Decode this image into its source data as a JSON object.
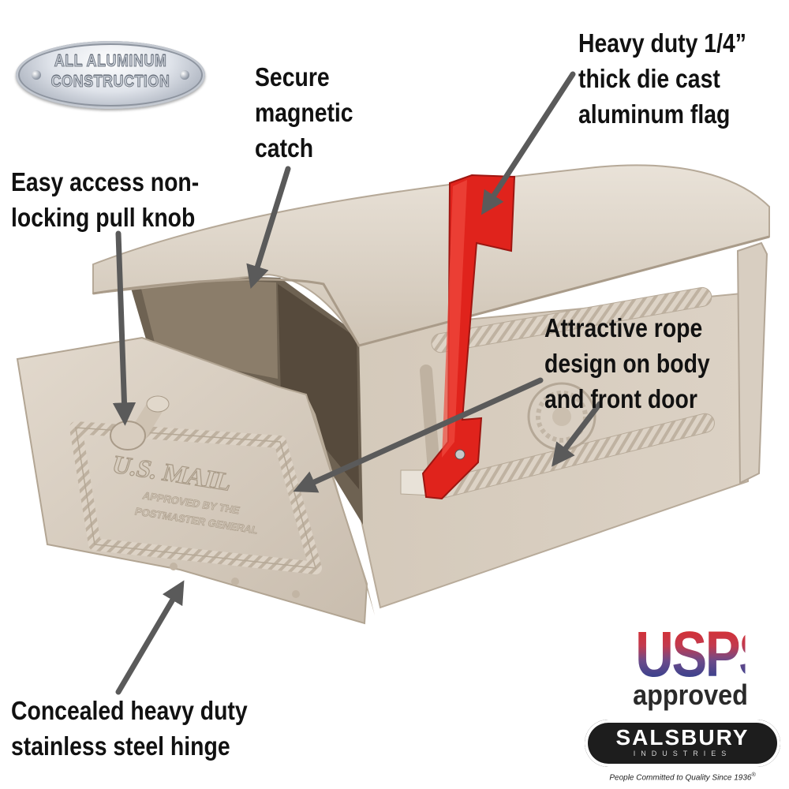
{
  "callouts": {
    "flag": [
      "Heavy duty 1/4”",
      "thick die cast",
      "aluminum flag"
    ],
    "catch": [
      "Secure",
      "magnetic",
      "catch"
    ],
    "knob": [
      "Easy access non-",
      "locking pull knob"
    ],
    "rope": [
      "Attractive rope",
      "design on body",
      "and front door"
    ],
    "hinge": [
      "Concealed heavy duty",
      "stainless steel hinge"
    ]
  },
  "badge": {
    "line1": "ALL ALUMINUM",
    "line2": "CONSTRUCTION"
  },
  "door_emboss": {
    "title": "U.S. MAIL",
    "line1": "APPROVED BY THE",
    "line2": "POSTMASTER GENERAL"
  },
  "usps": {
    "mark": "USPS",
    "caption": "approved"
  },
  "brand": {
    "name": "SALSBURY",
    "sub": "INDUSTRIES",
    "tagline": "People Committed to Quality Since 1936",
    "registered": "®"
  },
  "colors": {
    "mailbox": "#d6ccbf",
    "flag": "#e0231c",
    "arrow": "#5a5a5a",
    "text": "#111111"
  }
}
